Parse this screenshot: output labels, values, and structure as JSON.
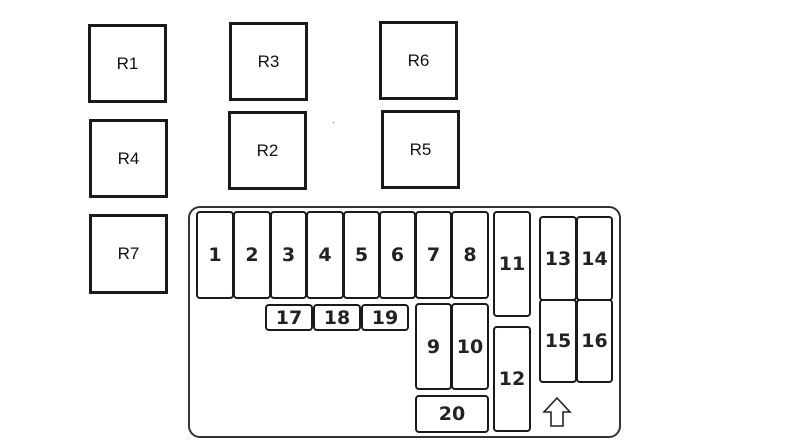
{
  "relays": [
    {
      "id": "R1",
      "label": "R1"
    },
    {
      "id": "R3",
      "label": "R3"
    },
    {
      "id": "R6",
      "label": "R6"
    },
    {
      "id": "R4",
      "label": "R4"
    },
    {
      "id": "R2",
      "label": "R2"
    },
    {
      "id": "R5",
      "label": "R5"
    },
    {
      "id": "R7",
      "label": "R7"
    }
  ],
  "fuses": [
    "1",
    "2",
    "3",
    "4",
    "5",
    "6",
    "7",
    "8",
    "9",
    "10",
    "11",
    "12",
    "13",
    "14",
    "15",
    "16",
    "17",
    "18",
    "19",
    "20"
  ],
  "icons": {
    "direction": "up-arrow-icon"
  },
  "colors": {
    "line": "#1a1a1a",
    "background": "#ffffff"
  }
}
